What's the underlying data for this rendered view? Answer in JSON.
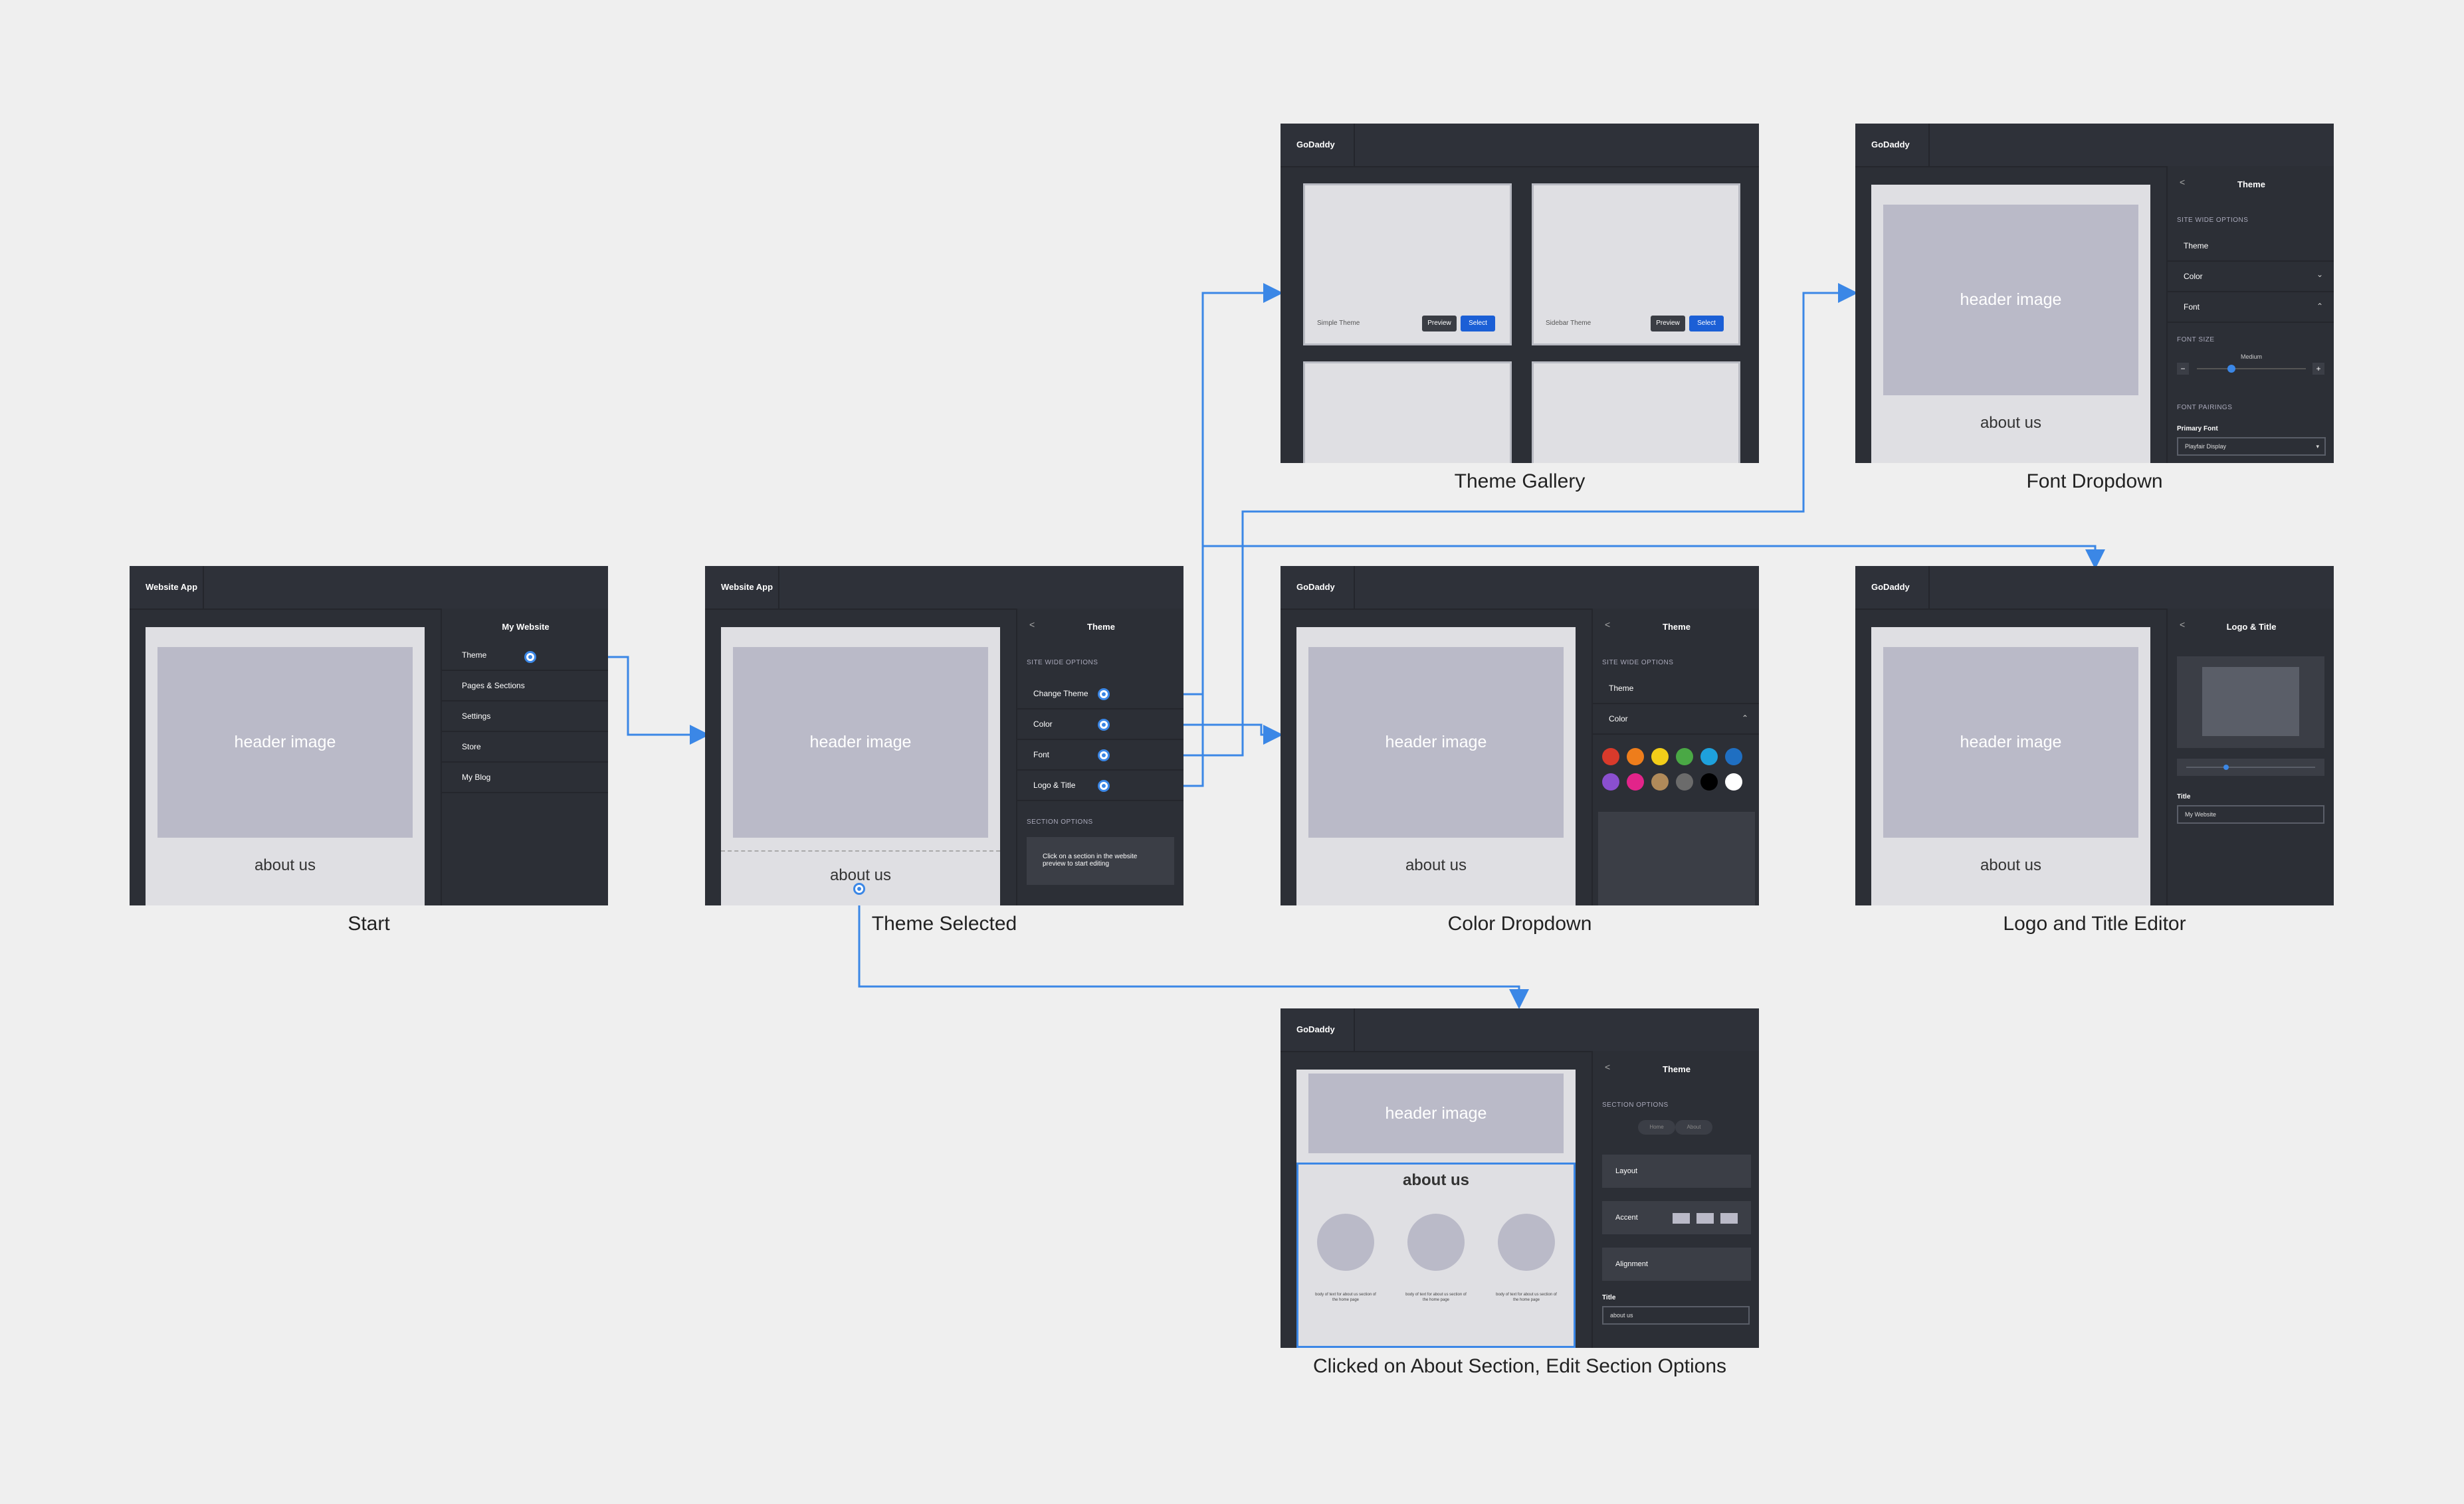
{
  "screens": {
    "start": {
      "brand": "Website App",
      "header_image": "header image",
      "about": "about us",
      "panel_title": "My Website",
      "menu": [
        "Theme",
        "Pages & Sections",
        "Settings",
        "Store",
        "My Blog"
      ],
      "caption": "Start"
    },
    "theme_selected": {
      "brand": "Website App",
      "header_image": "header image",
      "about": "about us",
      "back": "<",
      "panel_title": "Theme",
      "site_wide": "SITE WIDE OPTIONS",
      "options": [
        "Change Theme",
        "Color",
        "Font",
        "Logo & Title"
      ],
      "section_options": "SECTION OPTIONS",
      "hint": "Click on a section in the website preview to start editing",
      "caption": "Theme Selected"
    },
    "theme_gallery": {
      "brand": "GoDaddy",
      "cards": [
        "Simple Theme",
        "Sidebar Theme"
      ],
      "preview": "Preview",
      "select": "Select",
      "caption": "Theme Gallery"
    },
    "font_dropdown": {
      "brand": "GoDaddy",
      "header_image": "header image",
      "about": "about us",
      "back": "<",
      "panel_title": "Theme",
      "site_wide": "SITE WIDE OPTIONS",
      "rows": [
        "Theme",
        "Color",
        "Font"
      ],
      "font_size": "FONT SIZE",
      "size_value": "Medium",
      "minus": "−",
      "plus": "+",
      "font_pairings": "FONT PAIRINGS",
      "primary_font_label": "Primary Font",
      "primary_font_value": "Playfair Display",
      "caption": "Font Dropdown"
    },
    "color_dropdown": {
      "brand": "GoDaddy",
      "header_image": "header image",
      "about": "about us",
      "back": "<",
      "panel_title": "Theme",
      "site_wide": "SITE WIDE OPTIONS",
      "rows": [
        "Theme",
        "Color"
      ],
      "swatches": [
        "#d93a2b",
        "#ee7d1b",
        "#f2cd19",
        "#4aa845",
        "#1ea1dc",
        "#1f6fc2",
        "#8a4fcf",
        "#e2248a",
        "#b08a5a",
        "#6b6b6b",
        "#000000",
        "#ffffff"
      ],
      "caption": "Color Dropdown"
    },
    "logo_title": {
      "brand": "GoDaddy",
      "header_image": "header image",
      "about": "about us",
      "back": "<",
      "panel_title": "Logo & Title",
      "title_label": "Title",
      "title_value": "My Website",
      "caption": "Logo and Title Editor"
    },
    "about_section": {
      "brand": "GoDaddy",
      "header_image": "header image",
      "about": "about us",
      "body_text": "body of text for about us section of the home page",
      "back": "<",
      "panel_title": "Theme",
      "section_options": "SECTION OPTIONS",
      "pills": [
        "Home",
        "About"
      ],
      "blocks": [
        "Layout",
        "Accent",
        "Alignment"
      ],
      "title_label": "Title",
      "title_value": "about us",
      "caption": "Clicked on About Section, Edit Section Options"
    }
  },
  "colors": {
    "background": "#efefef",
    "frame": "#2c2f36",
    "canvas": "#dfdfe3",
    "image": "#babac8",
    "connector": "#3b87e6",
    "select": "#1b5fd6"
  }
}
